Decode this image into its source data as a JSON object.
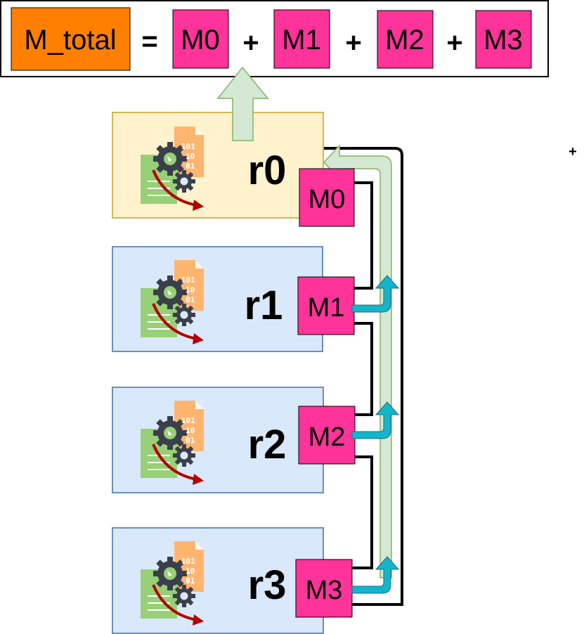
{
  "equation": {
    "total_label": "M_total",
    "equals": "=",
    "terms": [
      "M0",
      "M1",
      "M2",
      "M3"
    ],
    "operator": "+"
  },
  "ranks": [
    {
      "label": "r0",
      "model": "M0",
      "role": "root"
    },
    {
      "label": "r1",
      "model": "M1",
      "role": "worker"
    },
    {
      "label": "r2",
      "model": "M2",
      "role": "worker"
    },
    {
      "label": "r3",
      "model": "M3",
      "role": "worker"
    }
  ],
  "icon": {
    "name": "data-processing-icon",
    "bits": [
      "101",
      "10",
      "01"
    ]
  },
  "stray_mark": "+",
  "colors": {
    "total_fill": "#ff8000",
    "term_fill": "#ff3399",
    "root_fill": "#fff2cc",
    "root_stroke": "#d6b656",
    "worker_fill": "#dae8fc",
    "worker_stroke": "#6c8ebf",
    "reduce_arrow_fill": "#d5e8d4",
    "reduce_arrow_stroke": "#82b366",
    "send_arrow_fill": "#12b5cb"
  }
}
